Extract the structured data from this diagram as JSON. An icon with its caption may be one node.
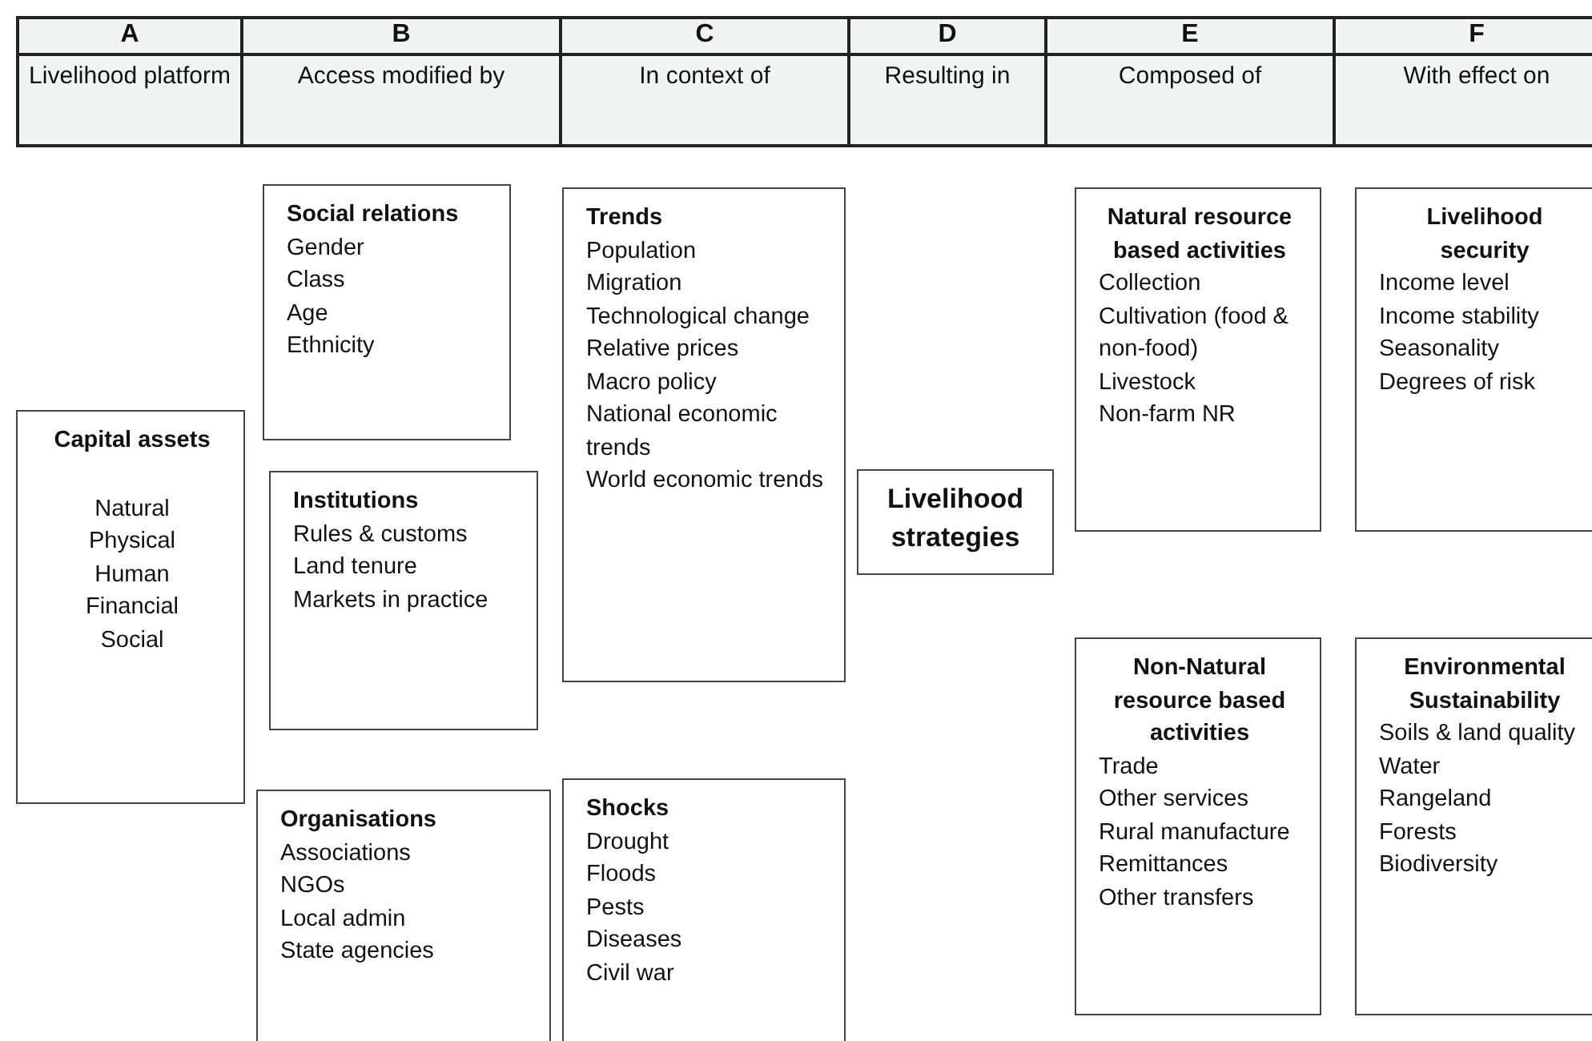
{
  "diagram": {
    "nodes": [
      {
        "text": [
          "Capital assets",
          "Natural",
          "Physical",
          "Human",
          "Financial",
          "Social"
        ]
      },
      {
        "text": [
          "Social relations",
          "Gender",
          "Class",
          "Age",
          "Ethnicity"
        ]
      },
      {
        "text": [
          "Institutions",
          "Rules & customs",
          "Land tenure",
          "Markets in practice"
        ]
      },
      {
        "text": [
          "Organisations",
          "Associations",
          "NGOs",
          "Local admin",
          "State agencies"
        ]
      },
      {
        "text": [
          "Trends",
          "Population",
          "Migration",
          "Technological change",
          "Relative prices",
          "Macro policy",
          "National economic trends",
          "World economic trends"
        ]
      },
      {
        "text": [
          "Shocks",
          "Drought",
          "Floods",
          "Pests",
          "Diseases",
          "Civil war"
        ]
      },
      {
        "text": [
          "Livelihood strategies"
        ]
      },
      {
        "text": [
          "Natural resource based activities",
          "Collection",
          "Cultivation (food & non-food)",
          "Livestock",
          "Non-farm NR"
        ]
      },
      {
        "text": [
          "Livelihood security",
          "Income level",
          "Income stability",
          "Seasonality",
          "Degrees of risk"
        ]
      },
      {
        "text": [
          "Non-Natural resource based activities",
          "Trade",
          "Other services",
          "Rural manufacture",
          "Remittances",
          "Other transfers"
        ]
      },
      {
        "text": [
          "Environmental Sustainability",
          "Soils & land quality",
          "Water",
          "Rangeland",
          "Forests",
          "Biodiversity"
        ]
      }
    ],
    "edges": [],
    "labels": [
      "A",
      "B",
      "C",
      "D",
      "E",
      "F",
      "Livelihood platform",
      "Access modified by",
      "In context of",
      "Resulting in",
      "Composed of",
      "With effect on"
    ]
  }
}
